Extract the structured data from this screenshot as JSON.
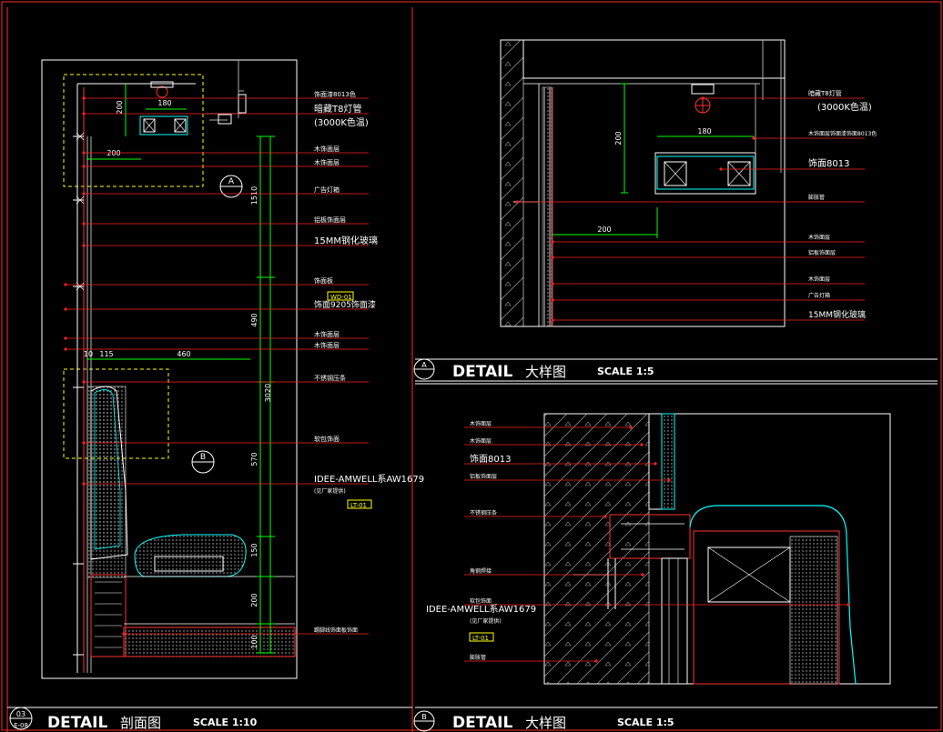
{
  "colors": {
    "background": "#000000",
    "frame": "#ff2a2a",
    "white": "#ffffff",
    "leader": "#ff2020",
    "dimension": "#00ff00",
    "highlight": "#ffff00",
    "cyan": "#00ffff",
    "hatch": "#8a8a8a"
  },
  "left_panel": {
    "callouts": [
      "饰面漆8013色",
      "暗藏T8灯管",
      "(3000K色温)",
      "木饰面层",
      "木饰面层",
      "广告灯箱",
      "铝板饰面层",
      "15MM钢化玻璃",
      "饰面板",
      "饰面9205饰面漆",
      "木饰面层",
      "木饰面层",
      "不锈钢压条",
      "软包饰面",
      "IDEE-AMWELL系AW1679",
      "(见厂家提供)",
      "踢脚线饰面板饰面"
    ],
    "tags": [
      "WD-01",
      "LT-01"
    ],
    "dimensions_vertical": [
      "200",
      "1510",
      "490",
      "3020",
      "570",
      "150",
      "200",
      "100"
    ],
    "dimensions_horizontal": [
      "180",
      "200",
      "10",
      "115",
      "460"
    ],
    "section_markers": [
      "A",
      "B"
    ],
    "title_block": {
      "sheet_no": "03",
      "sheet_ref": "E-08",
      "title": "DETAIL",
      "subtitle": "剖面图",
      "scale": "SCALE  1:10"
    }
  },
  "top_right_panel": {
    "callouts": [
      "暗藏T8灯管",
      "(3000K色温)",
      "木饰面层饰面漆饰面8013色",
      "饰面8013",
      "膨胀管",
      "木饰面层",
      "铝板饰面层",
      "木饰面层",
      "广告灯箱",
      "15MM钢化玻璃"
    ],
    "dimensions": [
      "180",
      "200",
      "200"
    ],
    "title_block": {
      "marker": "A",
      "title": "DETAIL",
      "subtitle": "大样图",
      "scale": "SCALE  1:5"
    }
  },
  "bottom_right_panel": {
    "callouts": [
      "木饰面层",
      "木饰面层",
      "饰面8013",
      "铝板饰面层",
      "不锈钢压条",
      "角钢焊接",
      "软包饰面",
      "IDEE-AMWELL系AW1679",
      "(见厂家提供)",
      "膨胀管"
    ],
    "tags": [
      "LT-01"
    ],
    "title_block": {
      "marker": "B",
      "title": "DETAIL",
      "subtitle": "大样图",
      "scale": "SCALE  1:5"
    }
  }
}
